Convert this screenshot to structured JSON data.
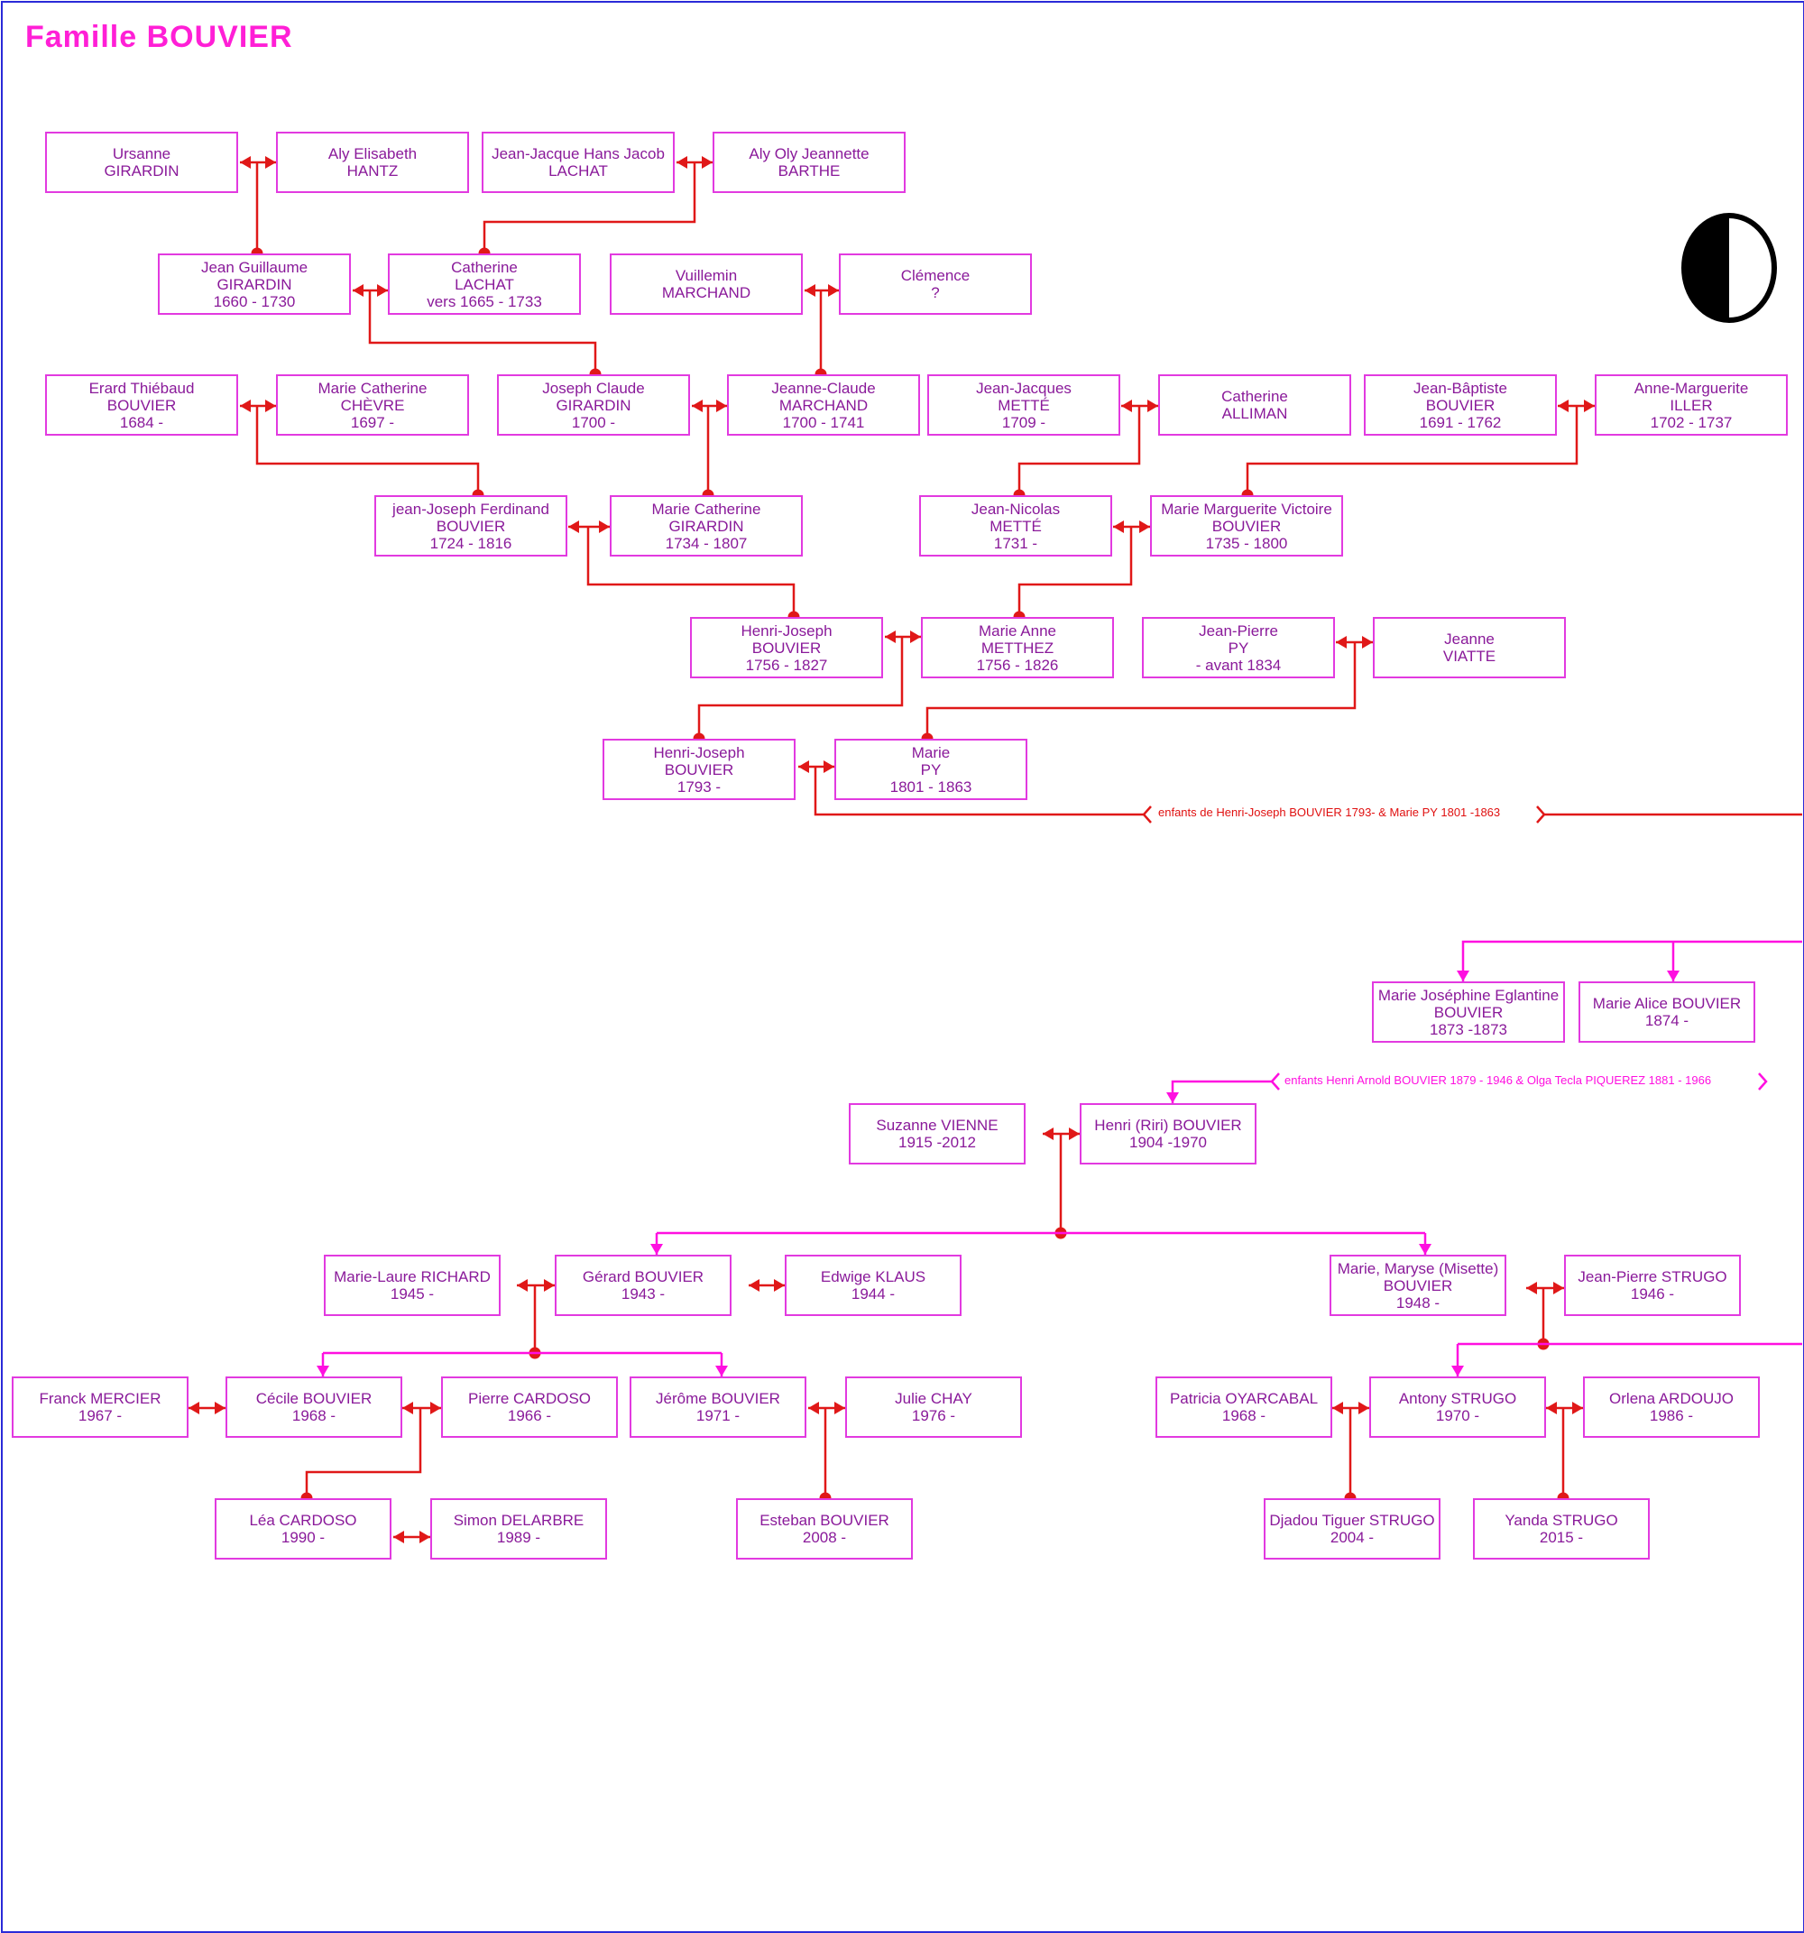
{
  "title": "Famille BOUVIER",
  "colors": {
    "person_border": "#e23ae0",
    "person_text": "#8a1a9a",
    "link_red": "#e01818",
    "link_magenta": "#ff10e0",
    "title": "#ff1fd6",
    "frame": "#2a2ad8"
  },
  "persons": [
    {
      "id": "p1",
      "lines": [
        "Ursanne",
        "GIRARDIN"
      ]
    },
    {
      "id": "p2",
      "lines": [
        "Aly Elisabeth",
        "HANTZ"
      ]
    },
    {
      "id": "p3",
      "lines": [
        "Jean-Jacque Hans Jacob",
        "LACHAT"
      ]
    },
    {
      "id": "p4",
      "lines": [
        "Aly Oly Jeannette",
        "BARTHE"
      ]
    },
    {
      "id": "p5",
      "lines": [
        "Jean Guillaume",
        "GIRARDIN",
        "1660 - 1730"
      ]
    },
    {
      "id": "p6",
      "lines": [
        "Catherine",
        "LACHAT",
        "vers 1665 - 1733"
      ]
    },
    {
      "id": "p7",
      "lines": [
        "Vuillemin",
        "MARCHAND"
      ]
    },
    {
      "id": "p8",
      "lines": [
        "Clémence",
        "?"
      ]
    },
    {
      "id": "p9",
      "lines": [
        "Erard Thiébaud",
        "BOUVIER",
        "1684 -"
      ]
    },
    {
      "id": "p10",
      "lines": [
        "Marie Catherine",
        "CHÈVRE",
        "1697 -"
      ]
    },
    {
      "id": "p11",
      "lines": [
        "Joseph Claude",
        "GIRARDIN",
        "1700 -"
      ]
    },
    {
      "id": "p12",
      "lines": [
        "Jeanne-Claude",
        "MARCHAND",
        "1700 - 1741"
      ]
    },
    {
      "id": "p13",
      "lines": [
        "Jean-Jacques",
        "METTÉ",
        "1709 -"
      ]
    },
    {
      "id": "p14",
      "lines": [
        "Catherine",
        "ALLIMAN"
      ]
    },
    {
      "id": "p15",
      "lines": [
        "Jean-Bâptiste",
        "BOUVIER",
        "1691 - 1762"
      ]
    },
    {
      "id": "p16",
      "lines": [
        "Anne-Marguerite",
        "ILLER",
        "1702 - 1737"
      ]
    },
    {
      "id": "p17",
      "lines": [
        "jean-Joseph Ferdinand",
        "BOUVIER",
        "1724 - 1816"
      ]
    },
    {
      "id": "p18",
      "lines": [
        "Marie Catherine",
        "GIRARDIN",
        "1734 - 1807"
      ]
    },
    {
      "id": "p19",
      "lines": [
        "Jean-Nicolas",
        "METTÉ",
        "1731 -"
      ]
    },
    {
      "id": "p20",
      "lines": [
        "Marie Marguerite Victoire",
        "BOUVIER",
        "1735 - 1800"
      ]
    },
    {
      "id": "p21",
      "lines": [
        "Henri-Joseph",
        "BOUVIER",
        "1756 - 1827"
      ]
    },
    {
      "id": "p22",
      "lines": [
        "Marie Anne",
        "METTHEZ",
        "1756 - 1826"
      ]
    },
    {
      "id": "p23",
      "lines": [
        "Jean-Pierre",
        "PY",
        "- avant 1834"
      ]
    },
    {
      "id": "p24",
      "lines": [
        "Jeanne",
        "VIATTE"
      ]
    },
    {
      "id": "p25",
      "lines": [
        "Henri-Joseph",
        "BOUVIER",
        "1793 -"
      ]
    },
    {
      "id": "p26",
      "lines": [
        "Marie",
        "PY",
        "1801 - 1863"
      ]
    },
    {
      "id": "p27",
      "lines": [
        "Marie Joséphine Eglantine",
        "BOUVIER",
        "1873 -1873"
      ]
    },
    {
      "id": "p28",
      "lines": [
        "Marie Alice  BOUVIER",
        "1874 -"
      ]
    },
    {
      "id": "p29",
      "lines": [
        "Suzanne VIENNE",
        "1915 -2012"
      ]
    },
    {
      "id": "p30",
      "lines": [
        "Henri (Riri) BOUVIER",
        "1904 -1970"
      ]
    },
    {
      "id": "p31",
      "lines": [
        "Marie-Laure RICHARD",
        "1945 -"
      ]
    },
    {
      "id": "p32",
      "lines": [
        "Gérard BOUVIER",
        "1943 -"
      ]
    },
    {
      "id": "p33",
      "lines": [
        "Edwige KLAUS",
        "1944 -"
      ]
    },
    {
      "id": "p34",
      "lines": [
        "Marie, Maryse (Misette)",
        "BOUVIER",
        "1948 -"
      ]
    },
    {
      "id": "p35",
      "lines": [
        "Jean-Pierre STRUGO",
        "1946 -"
      ]
    },
    {
      "id": "p36",
      "lines": [
        "Franck MERCIER",
        "1967 -"
      ]
    },
    {
      "id": "p37",
      "lines": [
        "Cécile BOUVIER",
        "1968 -"
      ]
    },
    {
      "id": "p38",
      "lines": [
        "Pierre CARDOSO",
        "1966 -"
      ]
    },
    {
      "id": "p39",
      "lines": [
        "Jérôme BOUVIER",
        "1971 -"
      ]
    },
    {
      "id": "p40",
      "lines": [
        "Julie CHAY",
        "1976 -"
      ]
    },
    {
      "id": "p41",
      "lines": [
        "Patricia OYARCABAL",
        "1968 -"
      ]
    },
    {
      "id": "p42",
      "lines": [
        "Antony  STRUGO",
        "1970 -"
      ]
    },
    {
      "id": "p43",
      "lines": [
        "Orlena ARDOUJO",
        "1986 -"
      ]
    },
    {
      "id": "p44",
      "lines": [
        "Léa CARDOSO",
        "1990 -"
      ]
    },
    {
      "id": "p45",
      "lines": [
        "Simon DELARBRE",
        "1989 -"
      ]
    },
    {
      "id": "p46",
      "lines": [
        "Esteban BOUVIER",
        "2008 -"
      ]
    },
    {
      "id": "p47",
      "lines": [
        "Djadou Tiguer STRUGO",
        "2004 -"
      ]
    },
    {
      "id": "p48",
      "lines": [
        "Yanda STRUGO",
        "2015 -"
      ]
    }
  ],
  "banners": {
    "children_1": "enfants de  Henri-Joseph BOUVIER 1793- & Marie PY 1801 -1863",
    "children_2": "enfants Henri Arnold BOUVIER 1879 - 1946 & Olga Tecla PIQUEREZ 1881 - 1966"
  },
  "icons": {
    "moon": "half-moon-icon"
  }
}
